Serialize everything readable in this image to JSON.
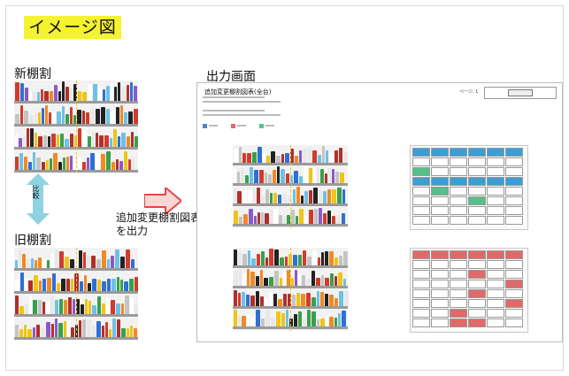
{
  "title": "イメージ図",
  "new_shelf_label": "新棚割",
  "old_shelf_label": "旧棚割",
  "compare_label": "比較",
  "output_text_line1": "追加変更棚割図表",
  "output_text_line2": "を出力",
  "output_screen_label": "出力画面",
  "document": {
    "title": "追加変更棚割図表(全台)",
    "page": "ページ: 1"
  },
  "colors": {
    "title_bg": "#f5f230",
    "compare_arrow": "#8fd3e0",
    "output_arrow": "#e84545",
    "legend_blue": "#4a86d0",
    "legend_red": "#e06a6a",
    "legend_green": "#55c08a"
  }
}
